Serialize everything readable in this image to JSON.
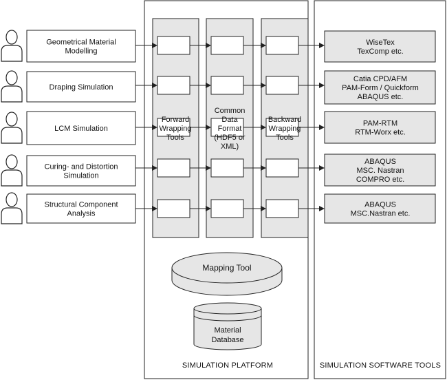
{
  "colors": {
    "stroke": "#222222",
    "fill_gray": "#e6e6e6",
    "fill_white": "#ffffff",
    "person_fill": "#ffffff"
  },
  "users": [
    {
      "icon": "user-icon"
    },
    {
      "icon": "user-icon"
    },
    {
      "icon": "user-icon"
    },
    {
      "icon": "user-icon"
    },
    {
      "icon": "user-icon"
    }
  ],
  "processes": [
    {
      "lines": [
        "Geometrical Material",
        "Modelling"
      ]
    },
    {
      "lines": [
        "Draping Simulation"
      ]
    },
    {
      "lines": [
        "LCM Simulation"
      ]
    },
    {
      "lines": [
        "Curing- and Distortion",
        "Simulation"
      ]
    },
    {
      "lines": [
        "Structural Component",
        "Analysis"
      ]
    }
  ],
  "columns": [
    {
      "lines": [
        "Forward",
        "Wrapping",
        "Tools"
      ]
    },
    {
      "lines": [
        "Common",
        "Data",
        "Format",
        "(HDF5 or",
        "XML)"
      ]
    },
    {
      "lines": [
        "Backward",
        "Wrapping",
        "Tools"
      ]
    }
  ],
  "software_tools": [
    {
      "lines": [
        "WiseTex",
        "TexComp etc."
      ]
    },
    {
      "lines": [
        "Catia CPD/AFM",
        "PAM-Form / Quickform",
        "ABAQUS etc."
      ]
    },
    {
      "lines": [
        "PAM-RTM",
        "RTM-Worx etc."
      ]
    },
    {
      "lines": [
        "ABAQUS",
        "MSC. Nastran",
        "COMPRO etc."
      ]
    },
    {
      "lines": [
        "ABAQUS",
        "MSC.Nastran etc."
      ]
    }
  ],
  "mapping_tool": {
    "label": "Mapping Tool"
  },
  "material_database": {
    "lines": [
      "Material",
      "Database"
    ]
  },
  "platform_label": "SIMULATION PLATFORM",
  "software_label": "SIMULATION SOFTWARE TOOLS"
}
